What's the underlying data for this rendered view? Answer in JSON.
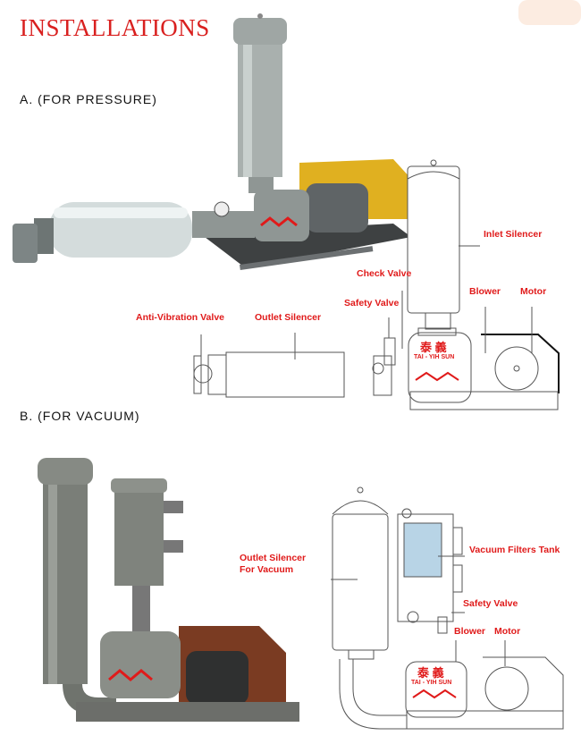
{
  "page": {
    "title": "INSTALLATIONS",
    "sections": [
      {
        "label": "A. (FOR PRESSURE)",
        "diagram_labels": {
          "inlet_silencer": "Inlet Silencer",
          "check_valve": "Check Valve",
          "safety_valve": "Safety Valve",
          "blower": "Blower",
          "motor": "Motor",
          "anti_vibration_valve": "Anti-Vibration Valve",
          "outlet_silencer": "Outlet Silencer"
        }
      },
      {
        "label": "B. (FOR VACUUM)",
        "diagram_labels": {
          "outlet_silencer_line1": "Outlet Silencer",
          "outlet_silencer_line2": "For Vacuum",
          "vacuum_filters_tank": "Vacuum Filters Tank",
          "safety_valve": "Safety Valve",
          "blower": "Blower",
          "motor": "Motor"
        }
      }
    ],
    "brand": {
      "chinese": "泰 義",
      "english": "TAI - YIH SUN"
    }
  },
  "colors": {
    "title_red": "#d9201f",
    "label_red": "#e01a1a",
    "machine_gray": "#8f9694",
    "guard_yellow": "#e0b020"
  }
}
